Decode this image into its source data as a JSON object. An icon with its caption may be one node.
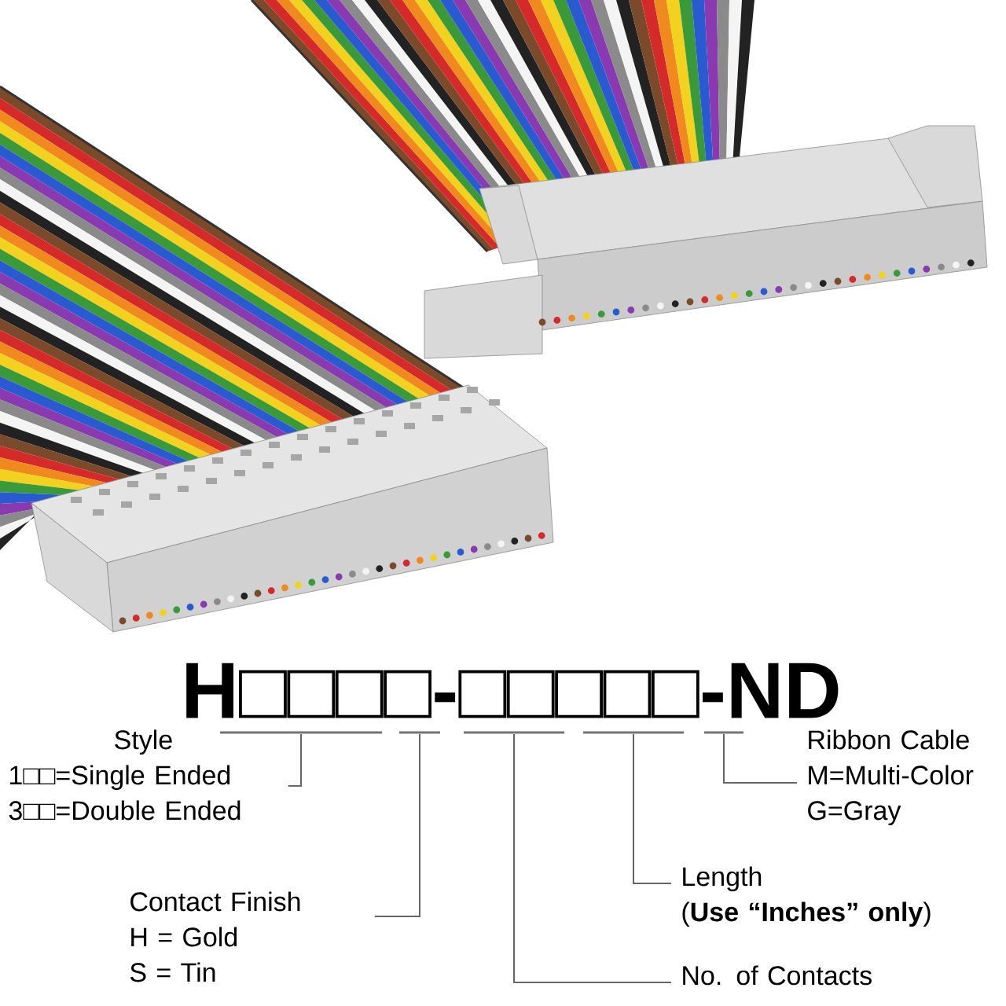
{
  "diagram": {
    "nodes": [
      {
        "text": [
          "Style",
          "1□□=Single Ended",
          "3□□=Double Ended"
        ]
      },
      {
        "text": [
          "Ribbon Cable",
          "M=Multi-Color",
          "G=Gray"
        ]
      },
      {
        "text": [
          "Length",
          "(**Use “Inches” only**)"
        ]
      },
      {
        "text": [
          "Contact Finish",
          "H = Gold",
          "S = Tin"
        ]
      },
      {
        "text": [
          "No. of Contacts"
        ]
      },
      {
        "text": [],
        "shape": "bar"
      },
      {
        "text": [],
        "shape": "bar"
      },
      {
        "text": [],
        "shape": "bar"
      },
      {
        "text": [],
        "shape": "bar"
      },
      {
        "text": [],
        "shape": "bar"
      }
    ],
    "edges": [
      {
        "from": 0,
        "to": 5,
        "arrow": "none"
      },
      {
        "from": 3,
        "to": 6,
        "arrow": "none"
      },
      {
        "from": 4,
        "to": 7,
        "arrow": "none"
      },
      {
        "from": 2,
        "to": 8,
        "arrow": "none"
      },
      {
        "from": 1,
        "to": 9,
        "arrow": "none"
      }
    ],
    "labels": [
      "H□□□□-□□□□□-ND"
    ]
  }
}
